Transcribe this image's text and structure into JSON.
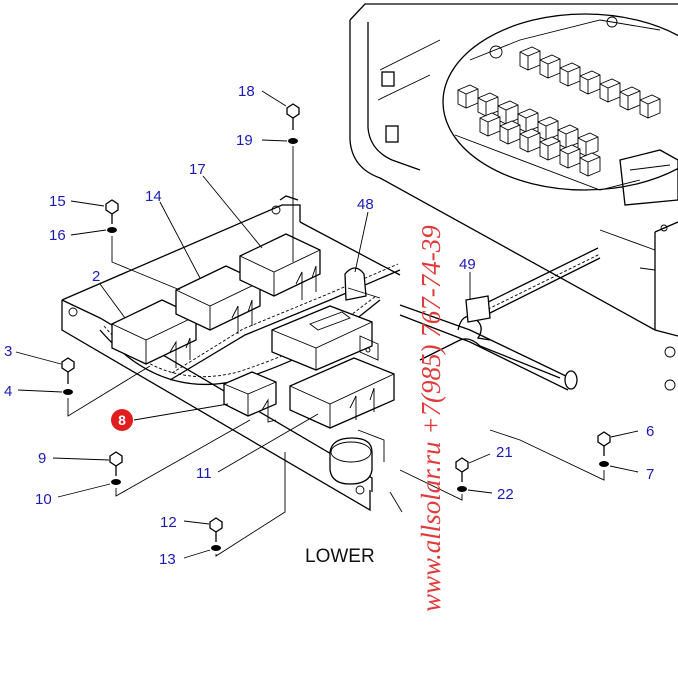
{
  "diagram": {
    "callouts": {
      "c18": "18",
      "c19": "19",
      "c17": "17",
      "c15": "15",
      "c14": "14",
      "c16": "16",
      "c48": "48",
      "c2": "2",
      "c49": "49",
      "c3": "3",
      "c4": "4",
      "c8": "8",
      "c6": "6",
      "c7": "7",
      "c9": "9",
      "c21": "21",
      "c11": "11",
      "c10": "10",
      "c22": "22",
      "c12": "12",
      "c13": "13"
    },
    "highlight_callout": "8",
    "view_label": "LOWER",
    "watermark": "www.allsolar.ru +7(985) 767-74-39"
  },
  "colors": {
    "callout_text": "#1a1ab4",
    "highlight_fill": "#e01e1e",
    "watermark": "#e03b3b",
    "line": "#000000"
  }
}
